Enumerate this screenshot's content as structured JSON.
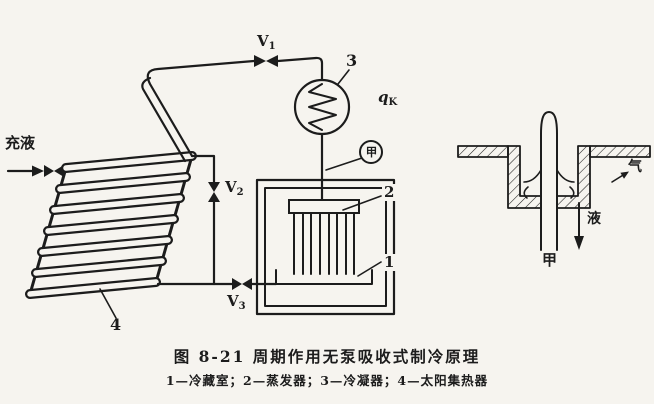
{
  "colors": {
    "paper": "#f6f4ef",
    "ink": "#1c1c1c"
  },
  "caption": {
    "title": "图 8-21  周期作用无泵吸收式制冷原理",
    "legend": "1—冷藏室；2—蒸发器；3—冷凝器；4—太阳集热器"
  },
  "schematic": {
    "charge_label": "充液",
    "valve1": {
      "base": "V",
      "sub": "1"
    },
    "valve2": {
      "base": "V",
      "sub": "2"
    },
    "valve3": {
      "base": "V",
      "sub": "3"
    },
    "heat": {
      "base": "q",
      "sub": "K"
    },
    "detail_marker": "甲",
    "part_numbers": {
      "cold_room": "1",
      "evaporator": "2",
      "condenser": "3",
      "collector": "4"
    }
  },
  "detail_view": {
    "gas_label": "气",
    "liquid_label": "液",
    "marker_label": "甲"
  }
}
